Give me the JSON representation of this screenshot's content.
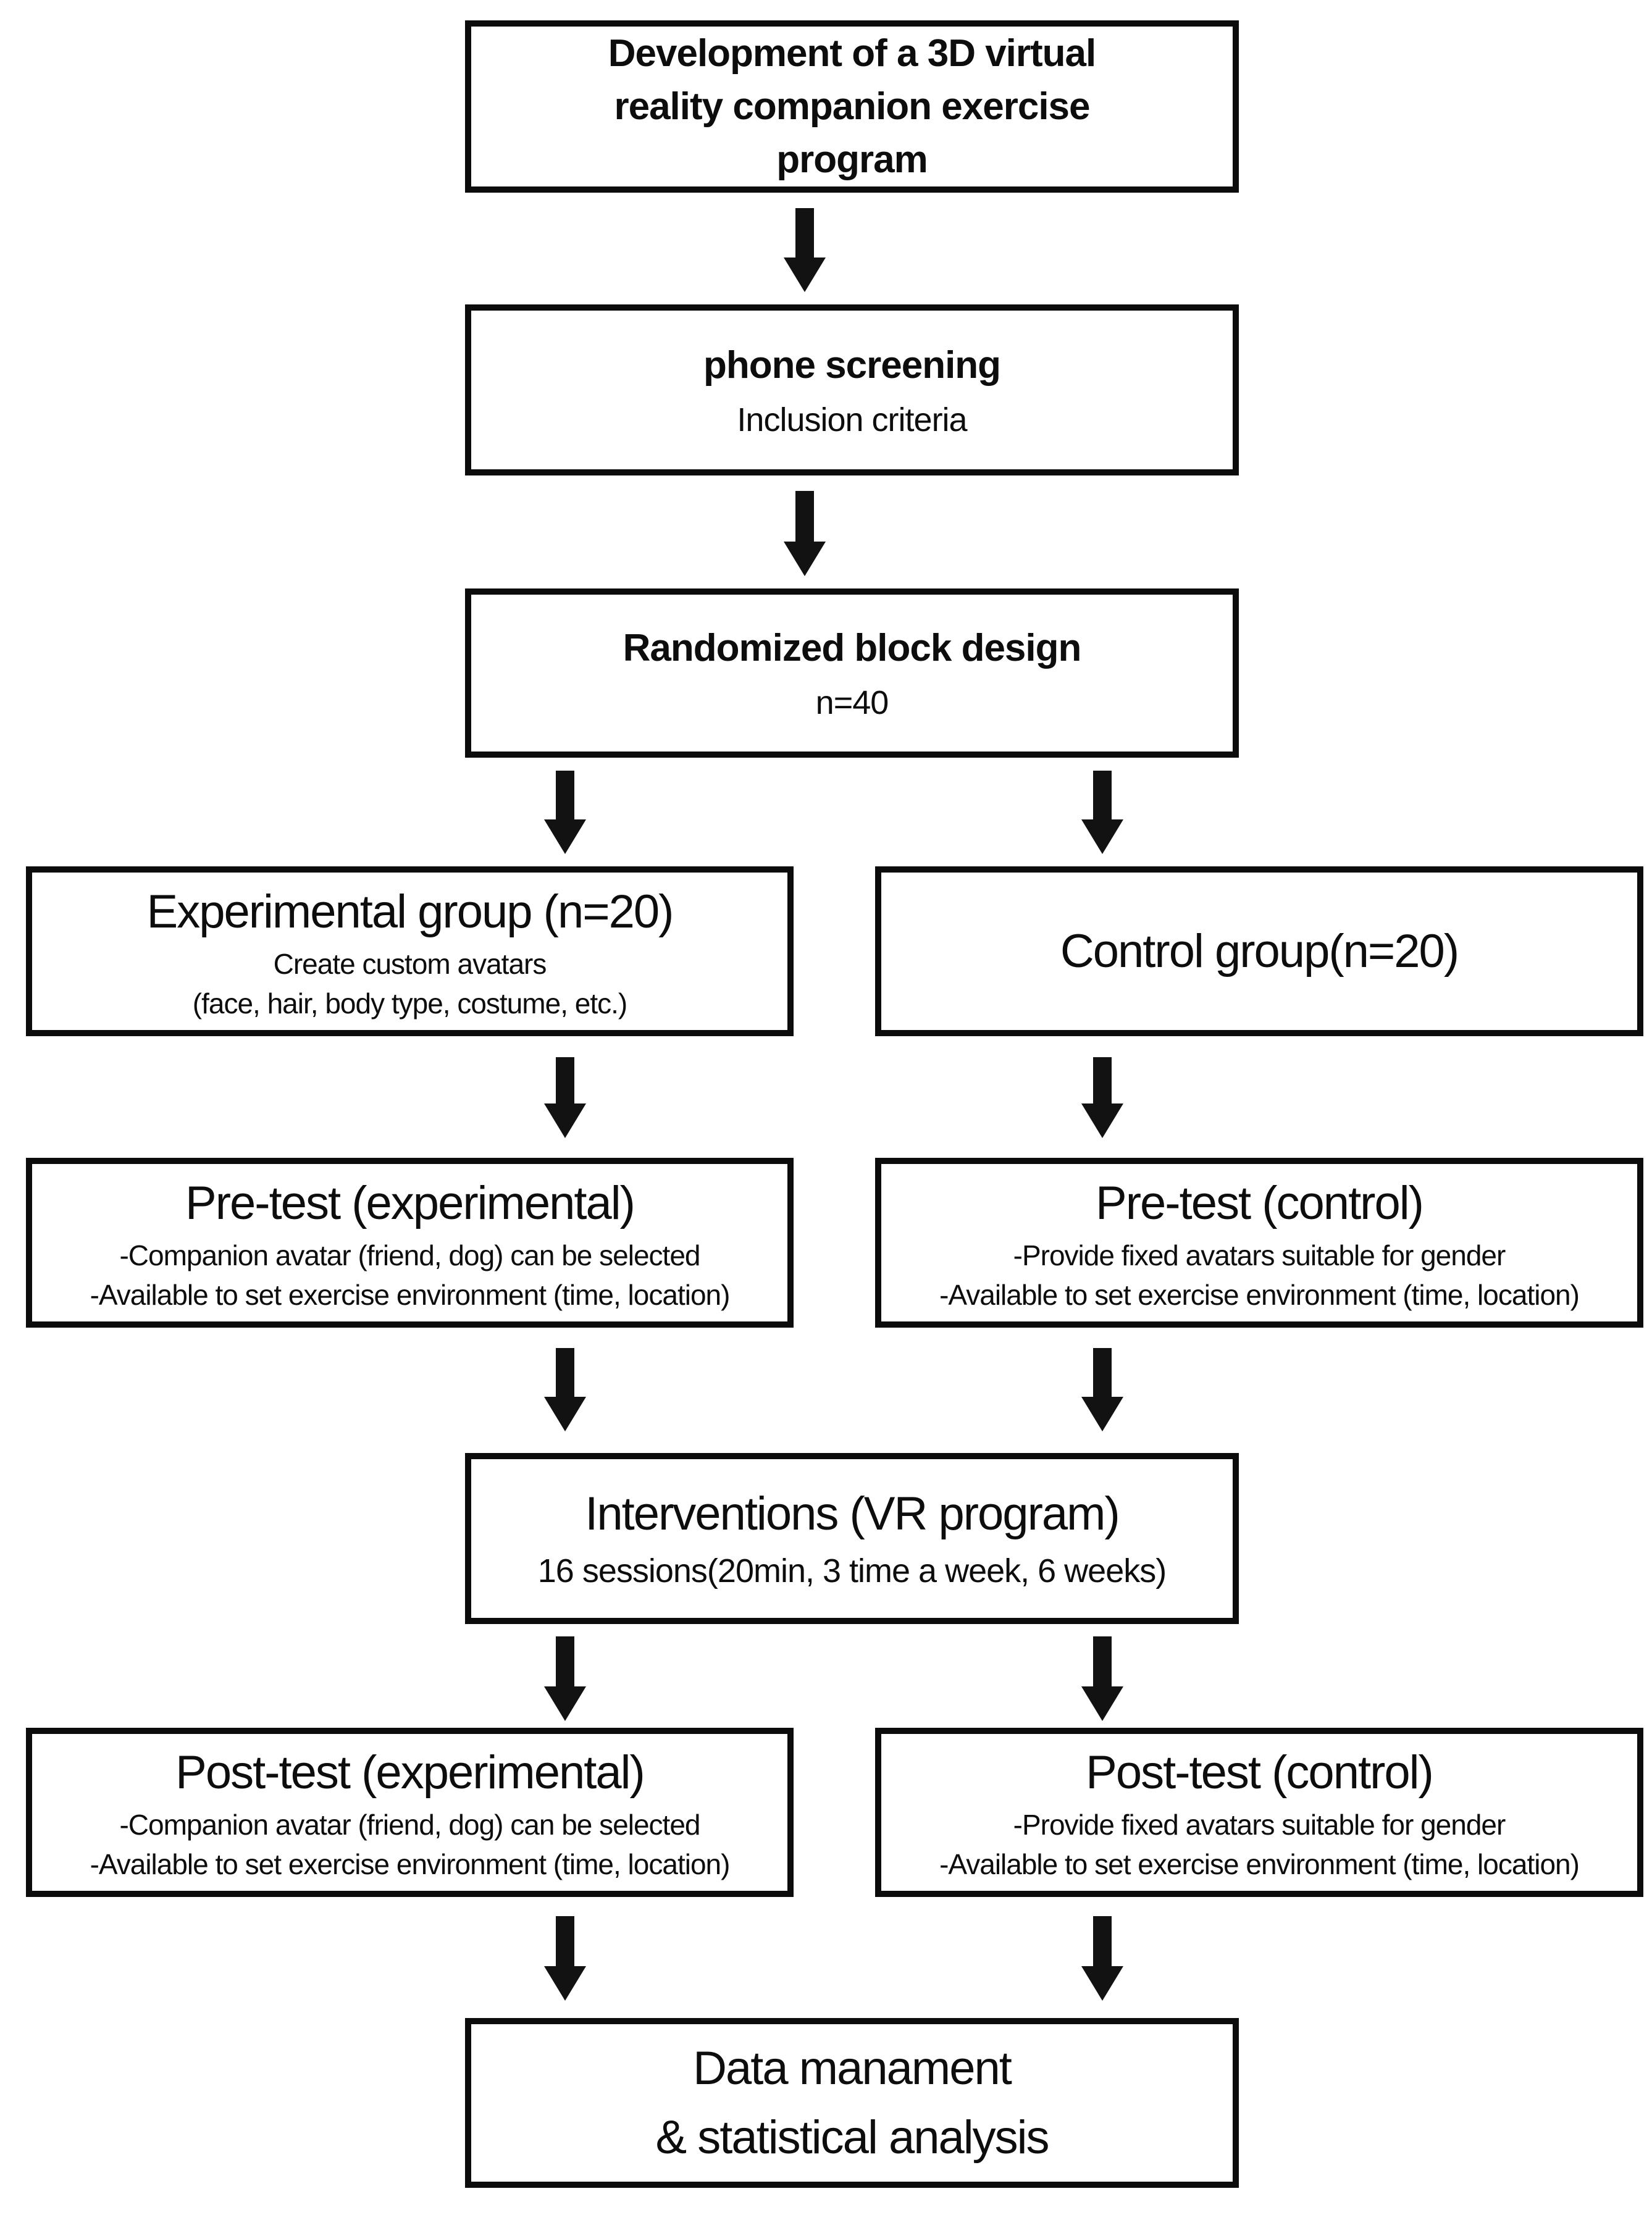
{
  "colors": {
    "background": "#ffffff",
    "box_fill": "#ffffff",
    "box_border": "#0c0c0c",
    "text": "#0d0d0d",
    "arrow": "#121212"
  },
  "flowchart": {
    "development": {
      "lines": [
        "Development of a 3D virtual",
        "reality companion exercise",
        "program"
      ]
    },
    "phone_screening": {
      "title": "phone screening",
      "subtitle": "Inclusion criteria"
    },
    "randomization": {
      "title": "Randomized block design",
      "subtitle": "n=40"
    },
    "experimental_group": {
      "title": "Experimental group (n=20)",
      "details": [
        "Create custom avatars",
        "(face, hair, body type, costume, etc.)"
      ]
    },
    "control_group": {
      "title": "Control group(n=20)"
    },
    "pretest_experimental": {
      "title": "Pre-test (experimental)",
      "details": [
        "-Companion avatar (friend, dog) can be selected",
        "-Available to set exercise environment (time, location)"
      ]
    },
    "pretest_control": {
      "title": "Pre-test (control)",
      "details": [
        "-Provide fixed avatars suitable for gender",
        "-Available to set exercise environment (time, location)"
      ]
    },
    "interventions": {
      "title": "Interventions (VR program)",
      "subtitle": "16 sessions(20min, 3 time a week, 6 weeks)"
    },
    "posttest_experimental": {
      "title": "Post-test (experimental)",
      "details": [
        "-Companion avatar (friend, dog) can be selected",
        "-Available to set exercise environment (time, location)"
      ]
    },
    "posttest_control": {
      "title": "Post-test (control)",
      "details": [
        "-Provide fixed avatars suitable for gender",
        "-Available to set exercise environment (time, location)"
      ]
    },
    "data_analysis": {
      "lines": [
        "Data manament",
        "& statistical analysis"
      ]
    },
    "connections": [
      {
        "from": "development",
        "to": "phone_screening"
      },
      {
        "from": "phone_screening",
        "to": "randomization"
      },
      {
        "from": "randomization",
        "to": "experimental_group"
      },
      {
        "from": "randomization",
        "to": "control_group"
      },
      {
        "from": "experimental_group",
        "to": "pretest_experimental"
      },
      {
        "from": "control_group",
        "to": "pretest_control"
      },
      {
        "from": "pretest_experimental",
        "to": "interventions"
      },
      {
        "from": "pretest_control",
        "to": "interventions"
      },
      {
        "from": "interventions",
        "to": "posttest_experimental"
      },
      {
        "from": "interventions",
        "to": "posttest_control"
      },
      {
        "from": "posttest_experimental",
        "to": "data_analysis"
      },
      {
        "from": "posttest_control",
        "to": "data_analysis"
      }
    ]
  }
}
